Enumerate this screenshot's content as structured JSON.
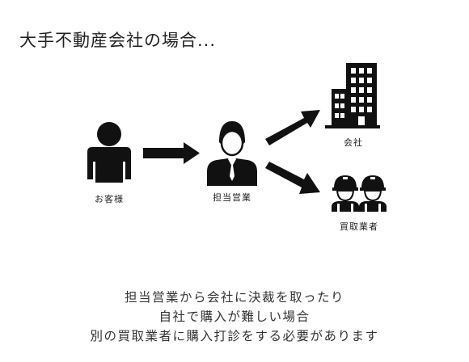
{
  "title": "大手不動産会社の場合...",
  "nodes": {
    "customer": {
      "label": "お客様",
      "icon": "person-icon"
    },
    "sales_rep": {
      "label": "担当営業",
      "icon": "businessman-icon"
    },
    "company": {
      "label": "会社",
      "icon": "building-icon"
    },
    "buyers": {
      "label": "買取業者",
      "icon": "construction-workers-icon"
    }
  },
  "caption": [
    "担当営業から会社に決裁を取ったり",
    "自社で購入が難しい場合",
    "別の買取業者に購入打診をする必要があります"
  ],
  "colors": {
    "ink": "#111111",
    "background": "#ffffff"
  }
}
